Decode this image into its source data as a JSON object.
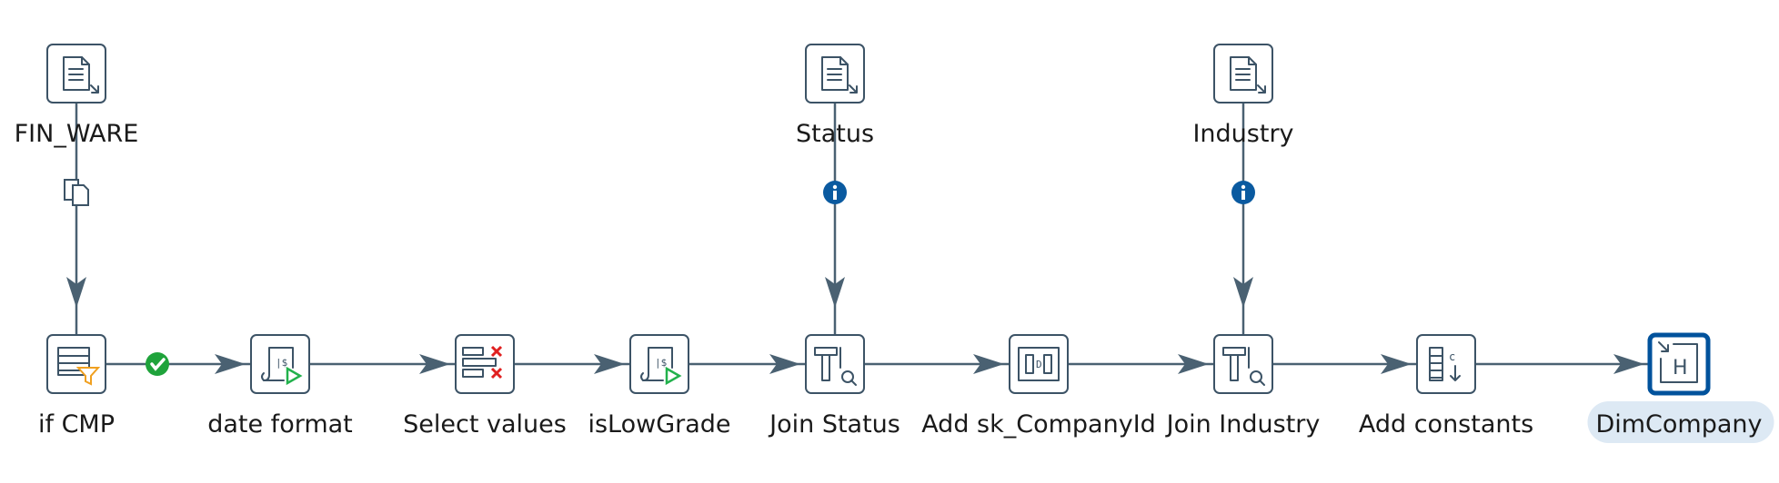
{
  "steps": [
    {
      "id": "fin_ware",
      "label": "FIN_WARE",
      "icon": "text-file-input-icon"
    },
    {
      "id": "status",
      "label": "Status",
      "icon": "text-file-input-icon"
    },
    {
      "id": "industry",
      "label": "Industry",
      "icon": "text-file-input-icon"
    },
    {
      "id": "if_cmp",
      "label": "if CMP",
      "icon": "filter-rows-icon"
    },
    {
      "id": "date_format",
      "label": "date format",
      "icon": "javascript-script-icon"
    },
    {
      "id": "select_values",
      "label": "Select values",
      "icon": "select-values-icon"
    },
    {
      "id": "is_low_grade",
      "label": "isLowGrade",
      "icon": "javascript-script-icon"
    },
    {
      "id": "join_status",
      "label": "Join Status",
      "icon": "stream-lookup-icon"
    },
    {
      "id": "add_sk",
      "label": "Add sk_CompanyId",
      "icon": "add-sequence-icon"
    },
    {
      "id": "join_industry",
      "label": "Join Industry",
      "icon": "stream-lookup-icon"
    },
    {
      "id": "add_constants",
      "label": "Add constants",
      "icon": "add-constants-icon"
    },
    {
      "id": "dim_company",
      "label": "DimCompany",
      "icon": "dimension-lookup-icon",
      "selected": true
    }
  ],
  "hops": [
    {
      "from": "fin_ware",
      "to": "if_cmp",
      "marker": "copy-rows-icon"
    },
    {
      "from": "status",
      "to": "join_status",
      "marker": "info-icon"
    },
    {
      "from": "industry",
      "to": "join_industry",
      "marker": "info-icon"
    },
    {
      "from": "if_cmp",
      "to": "date_format",
      "marker": "true-check-icon"
    },
    {
      "from": "date_format",
      "to": "select_values"
    },
    {
      "from": "select_values",
      "to": "is_low_grade"
    },
    {
      "from": "is_low_grade",
      "to": "join_status"
    },
    {
      "from": "join_status",
      "to": "add_sk"
    },
    {
      "from": "add_sk",
      "to": "join_industry"
    },
    {
      "from": "join_industry",
      "to": "add_constants"
    },
    {
      "from": "add_constants",
      "to": "dim_company"
    }
  ],
  "colors": {
    "hop": "#4a6172",
    "icon": "#3c5366",
    "info_marker": "#0a5aa0",
    "true_marker": "#1fa33b",
    "filter_accent": "#f0a020",
    "script_accent": "#22b14c",
    "remove_accent": "#e02020",
    "selection_outline": "#00529c",
    "selection_label_bg": "#dde9f4"
  }
}
